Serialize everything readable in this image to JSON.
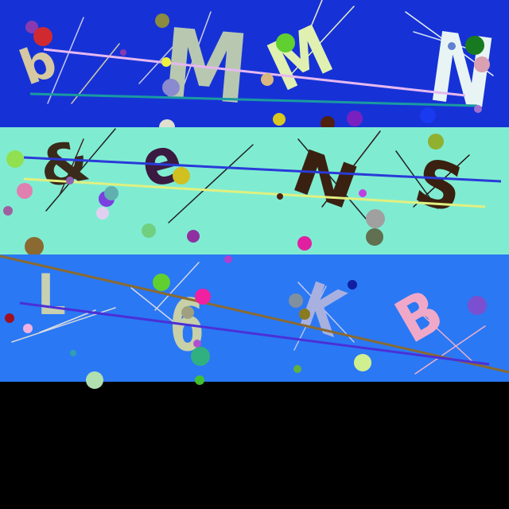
{
  "captcha": {
    "rows": [
      {
        "name": "row-top",
        "background": "#1632d6",
        "characters": [
          {
            "text": "b",
            "color": "#d6c8a0"
          },
          {
            "text": "M",
            "color": "#b8c8b0"
          },
          {
            "text": "M",
            "color": "#e0f0b0"
          },
          {
            "text": "N",
            "color": "#e8f4f4"
          }
        ],
        "line_colors": [
          "#e6b8f0",
          "#1a9aa0"
        ]
      },
      {
        "name": "row-middle",
        "background": "#7fecd2",
        "characters": [
          {
            "text": "&",
            "color": "#3a2a1a"
          },
          {
            "text": "e",
            "color": "#3a1a40"
          },
          {
            "text": "N",
            "color": "#3a2010"
          },
          {
            "text": "S",
            "color": "#3a2010"
          }
        ],
        "line_colors": [
          "#2a3ad8",
          "#e0f080"
        ]
      },
      {
        "name": "row-bottom",
        "background": "#2a78f4",
        "characters": [
          {
            "text": "L",
            "color": "#c8d0b0"
          },
          {
            "text": "6",
            "color": "#c8d0a8"
          },
          {
            "text": "K",
            "color": "#a8b0e0"
          },
          {
            "text": "B",
            "color": "#f0a8c8"
          }
        ],
        "line_colors": [
          "#8a6a30",
          "#4a30d8"
        ]
      }
    ],
    "empty_area_color": "#000000"
  }
}
